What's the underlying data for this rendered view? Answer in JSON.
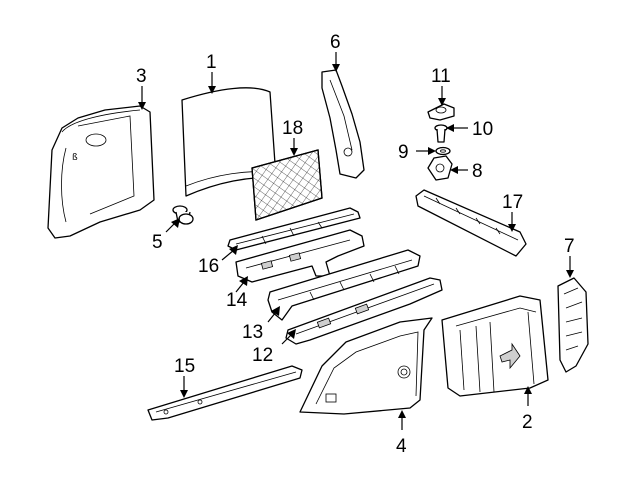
{
  "callouts": {
    "c1": "1",
    "c2": "2",
    "c3": "3",
    "c4": "4",
    "c5": "5",
    "c6": "6",
    "c7": "7",
    "c8": "8",
    "c9": "9",
    "c10": "10",
    "c11": "11",
    "c12": "12",
    "c13": "13",
    "c14": "14",
    "c15": "15",
    "c16": "16",
    "c17": "17",
    "c18": "18"
  },
  "colors": {
    "line": "#000000",
    "background": "#ffffff",
    "shading": "#cfcfcf"
  }
}
